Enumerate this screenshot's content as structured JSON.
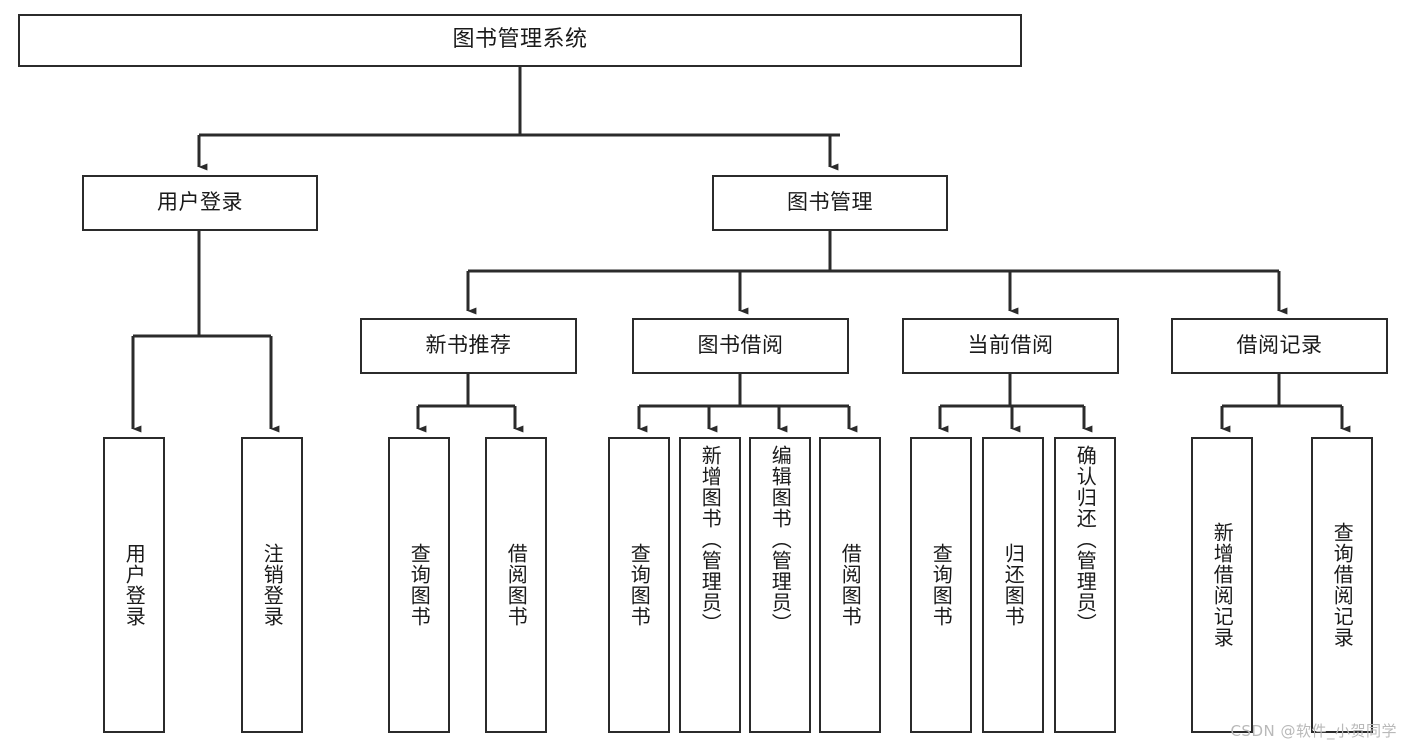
{
  "diagram": {
    "title": "图书管理系统",
    "type": "tree-hierarchy-diagram",
    "watermark": "CSDN @软件_小贺同学",
    "colors": {
      "background": "#ffffff",
      "box_border": "#2b2b2b",
      "connector": "#2b2b2b",
      "text": "#1a1a1a",
      "watermark": "#b9b9b9"
    },
    "levels": {
      "level0": "系统",
      "level1": "模块",
      "level2": "子模块",
      "level3": "功能"
    },
    "nodes": {
      "root": {
        "label": "图书管理系统"
      },
      "level1": [
        {
          "id": "user-login",
          "label": "用户登录"
        },
        {
          "id": "book-manage",
          "label": "图书管理"
        }
      ],
      "level2": [
        {
          "id": "new-book-recommend",
          "label": "新书推荐"
        },
        {
          "id": "book-borrow",
          "label": "图书借阅"
        },
        {
          "id": "current-borrow",
          "label": "当前借阅"
        },
        {
          "id": "borrow-record",
          "label": "借阅记录"
        }
      ],
      "leaves": [
        {
          "id": "leaf-user-login",
          "label": "用户登录",
          "parent": "user-login"
        },
        {
          "id": "leaf-logout-login",
          "label": "注销登录",
          "parent": "user-login"
        },
        {
          "id": "leaf-query-book-1",
          "label": "查询图书",
          "parent": "new-book-recommend"
        },
        {
          "id": "leaf-borrow-book-1",
          "label": "借阅图书",
          "parent": "new-book-recommend"
        },
        {
          "id": "leaf-query-book-2",
          "label": "查询图书",
          "parent": "book-borrow"
        },
        {
          "id": "leaf-add-book",
          "label": "新增图书（管理员）",
          "parent": "book-borrow"
        },
        {
          "id": "leaf-edit-book",
          "label": "编辑图书（管理员）",
          "parent": "book-borrow"
        },
        {
          "id": "leaf-borrow-book-2",
          "label": "借阅图书",
          "parent": "book-borrow"
        },
        {
          "id": "leaf-query-book-3",
          "label": "查询图书",
          "parent": "current-borrow"
        },
        {
          "id": "leaf-return-book",
          "label": "归还图书",
          "parent": "current-borrow"
        },
        {
          "id": "leaf-confirm-return",
          "label": "确认归还（管理员）",
          "parent": "current-borrow"
        },
        {
          "id": "leaf-add-record",
          "label": "新增借阅记录",
          "parent": "borrow-record"
        },
        {
          "id": "leaf-query-record",
          "label": "查询借阅记录",
          "parent": "borrow-record"
        }
      ]
    }
  }
}
